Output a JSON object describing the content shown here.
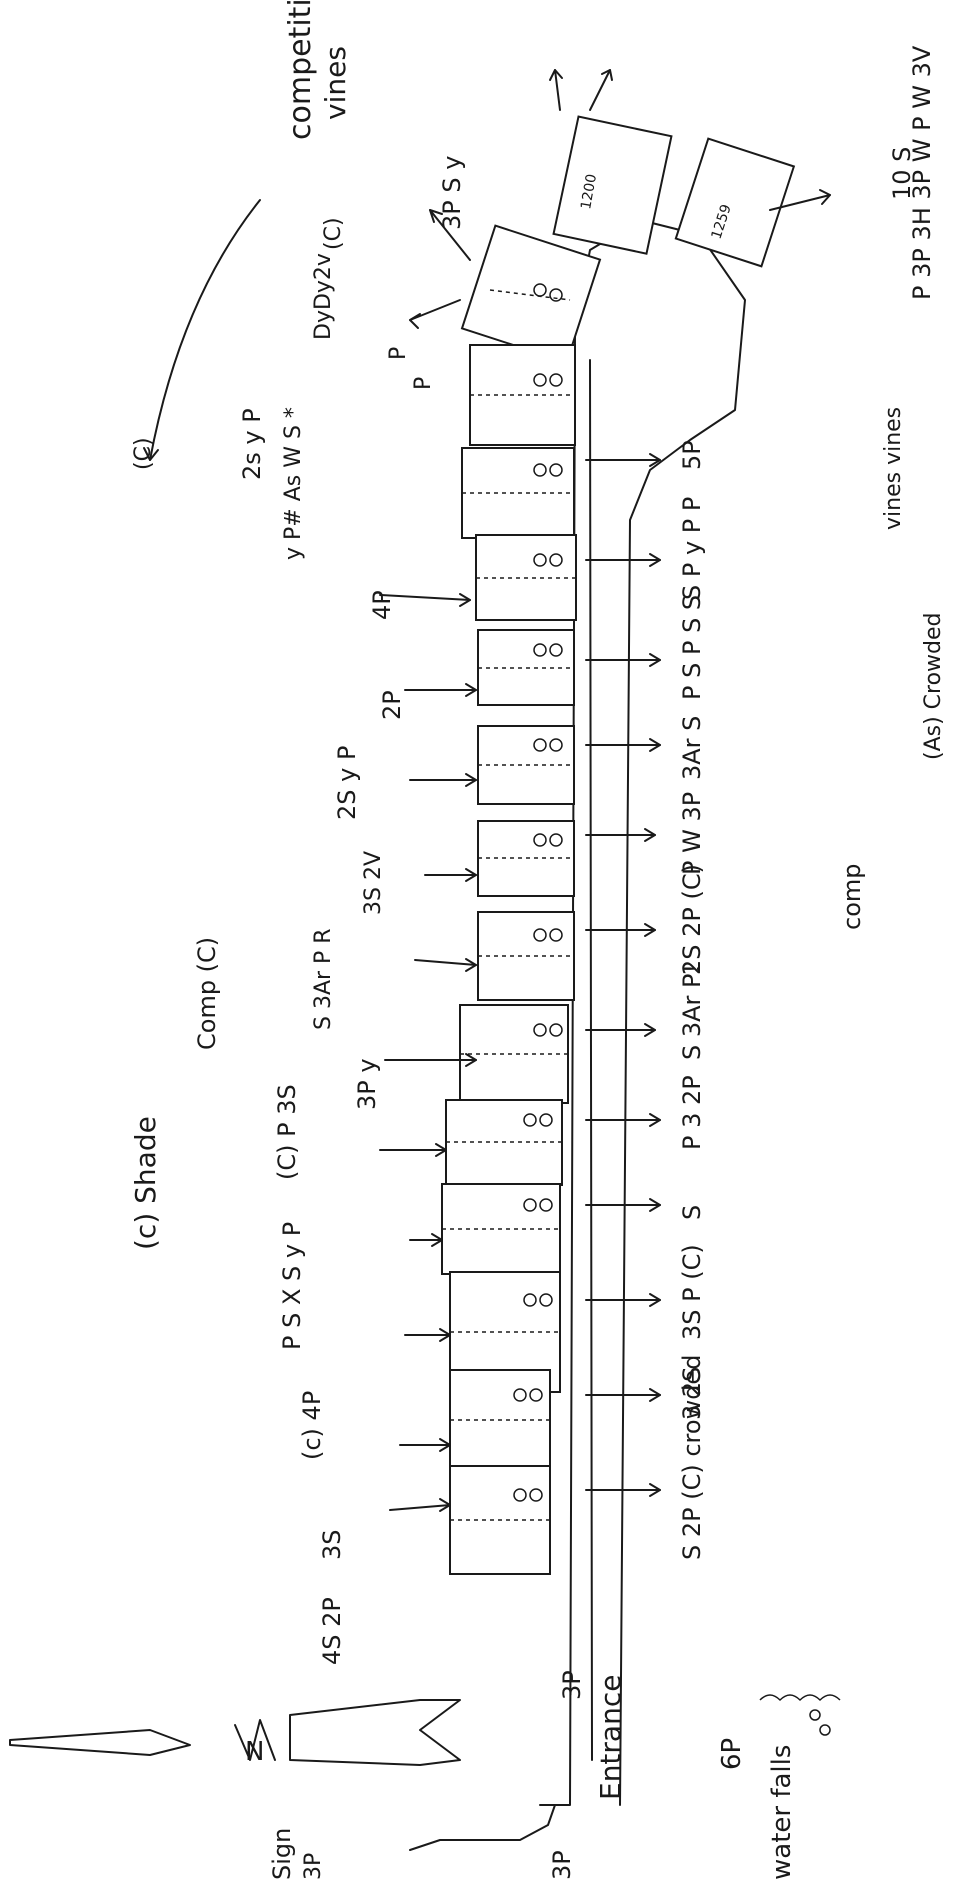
{
  "header_labels": {
    "vines_top": "vines",
    "competition": "competition",
    "c_competition": "(C)",
    "c_left_top": "(C)",
    "dy_dy_2v": "DyDy2v",
    "p_top": "P",
    "p_top_2": "P",
    "top_left_2s_v_p": "2s y P",
    "top_left_vp_asterisk": "y P# As W S *",
    "right_top_p_3p_3h_3p_w_p_w_3v": "P 3P 3H 3P W P W 3V",
    "right_top_10s": "10 S",
    "top_3p_sv": "3P S y"
  },
  "beds": [
    {
      "id": "bed_1200",
      "top": "1200",
      "bottom": "--"
    },
    {
      "id": "bed_1259",
      "top": "1259",
      "bottom": "--"
    }
  ],
  "left_labels": [
    {
      "text": "4P"
    },
    {
      "text": "2P"
    },
    {
      "text": "2S y P"
    },
    {
      "text": "3S 2V"
    },
    {
      "text": "S 3Ar P R"
    },
    {
      "text": "Comp (C)"
    },
    {
      "text": "3P y"
    },
    {
      "text": "(c) Shade"
    },
    {
      "text": "(C) P 3S"
    },
    {
      "text": "P S X S y P"
    },
    {
      "text": "(c) 4P"
    },
    {
      "text": "3S"
    },
    {
      "text": "4S 2P"
    }
  ],
  "right_labels": [
    {
      "text": "5P"
    },
    {
      "text": "S P y P P"
    },
    {
      "text": "vines vines"
    },
    {
      "text": "P S P S S"
    },
    {
      "text": "(As) Crowded"
    },
    {
      "text": "3Ar S"
    },
    {
      "text": "P W 3P"
    },
    {
      "text": "2S 2P (C)"
    },
    {
      "text": "comp"
    },
    {
      "text": "S 3Ar P!"
    },
    {
      "text": "P 3 2P"
    },
    {
      "text": "S"
    },
    {
      "text": "3S P (C)"
    },
    {
      "text": "3 2S"
    },
    {
      "text": "S 2P (C) crowded"
    }
  ],
  "bottom_labels": {
    "entrance": "Entrance",
    "entrance_3p": "3P",
    "entrance_3p_left": "3P",
    "sign": "Sign",
    "sign_3p": "3P",
    "water_falls": "water falls",
    "water_6p": "6P",
    "n_arrow": "N"
  }
}
